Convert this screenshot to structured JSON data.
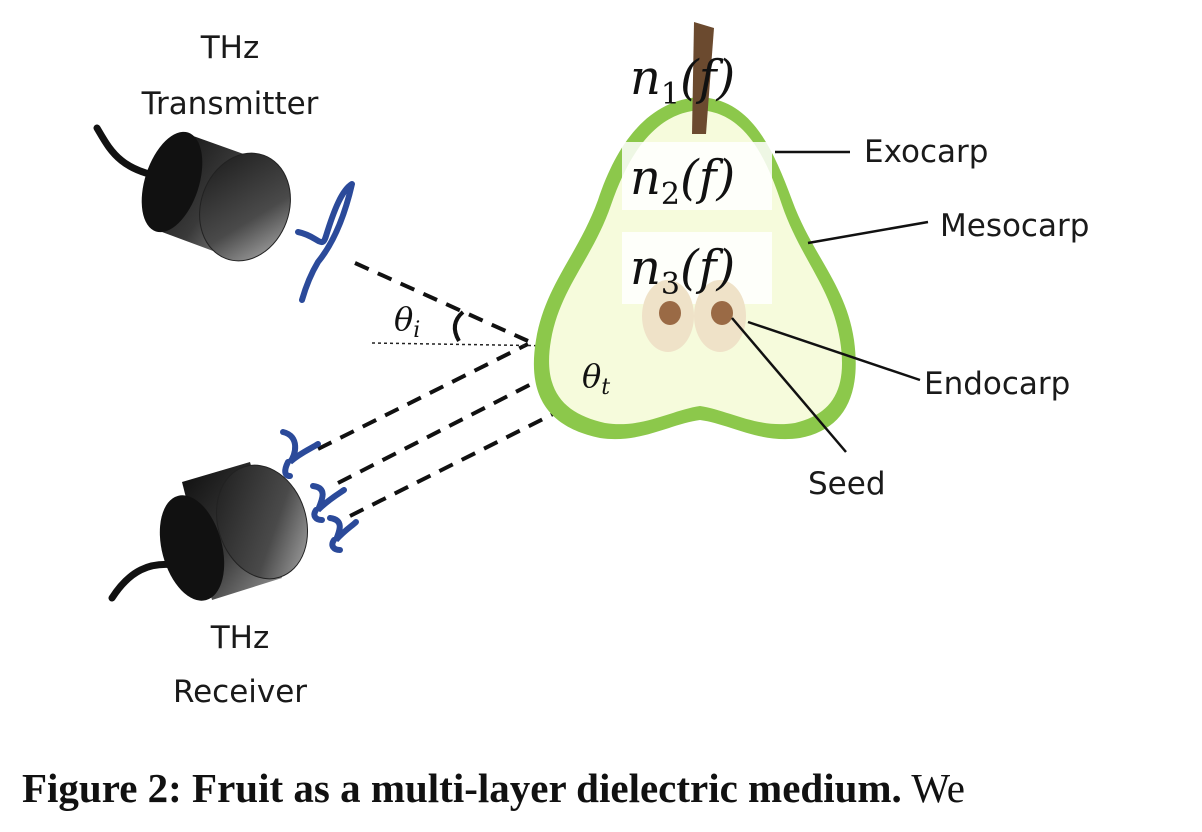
{
  "labels": {
    "transmitter_line1": "THz",
    "transmitter_line2": "Transmitter",
    "receiver_line1": "THz",
    "receiver_line2": "Receiver",
    "exocarp": "Exocarp",
    "mesocarp": "Mesocarp",
    "endocarp": "Endocarp",
    "seed": "Seed"
  },
  "layers": {
    "n1": {
      "symbol": "n",
      "subscript": "1",
      "arg": "(f)"
    },
    "n2": {
      "symbol": "n",
      "subscript": "2",
      "arg": "(f)"
    },
    "n3": {
      "symbol": "n",
      "subscript": "3",
      "arg": "(f)"
    }
  },
  "angles": {
    "incident": {
      "symbol": "θ",
      "subscript": "i"
    },
    "transmitted": {
      "symbol": "θ",
      "subscript": "t"
    }
  },
  "caption": {
    "bold": "Figure 2: Fruit as a multi-layer dielectric medium.",
    "rest": " We"
  },
  "colors": {
    "exocarp": "#8cc84b",
    "flesh": "#f6fbdc",
    "stem": "#6b4a2f",
    "pulse": "#2b4a9a",
    "device": "#2a2a2a"
  }
}
